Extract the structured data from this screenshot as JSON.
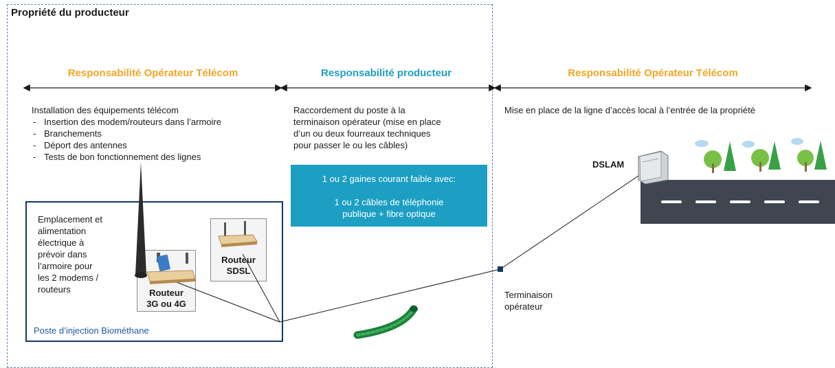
{
  "property": {
    "title": "Propriété du producteur"
  },
  "zones": {
    "left": {
      "title": "Responsabilité Opérateur Télécom",
      "intro": "Installation des équipements télécom",
      "items": [
        "Insertion des modem/routeurs dans l’armoire",
        "Branchements",
        "Déport des antennes",
        "Tests de bon fonctionnement des lignes"
      ]
    },
    "middle": {
      "title": "Responsabilité producteur",
      "lines": [
        "Raccordement du poste à la",
        "terminaison opérateur (mise en place",
        "d’un ou deux fourreaux techniques",
        "pour passer le ou les câbles)"
      ]
    },
    "right": {
      "title": "Responsabilité Opérateur Télécom",
      "text": "Mise en place de la ligne d’accès local à l’entrée de la propriété"
    }
  },
  "cable_box": {
    "line1": "1 ou 2 gaines courant faible avec:",
    "line2": "1 ou 2 câbles de téléphonie",
    "line3": "publique + fibre optique"
  },
  "poste": {
    "label": "Poste d’injection Biométhane",
    "emplacement_lines": [
      "Emplacement et",
      "alimentation",
      "électrique à",
      "prévoir dans",
      "l’armoire pour",
      "les 2 modems /",
      "routeurs"
    ],
    "router_mobile": {
      "line1": "Routeur",
      "line2": "3G ou 4G"
    },
    "router_sdsl": {
      "line1": "Routeur",
      "line2": "SDSL"
    }
  },
  "terminaison": {
    "line1": "Terminaison",
    "line2": "opérateur"
  },
  "dslam": {
    "label": "DSLAM"
  },
  "colors": {
    "orange": "#f2a623",
    "teal": "#1f9fbf",
    "box_blue": "#1c9fc2",
    "navy": "#12395f",
    "frame_blue": "#5b7fb0",
    "road": "#3f4650",
    "tree_green": "#3aa048"
  }
}
